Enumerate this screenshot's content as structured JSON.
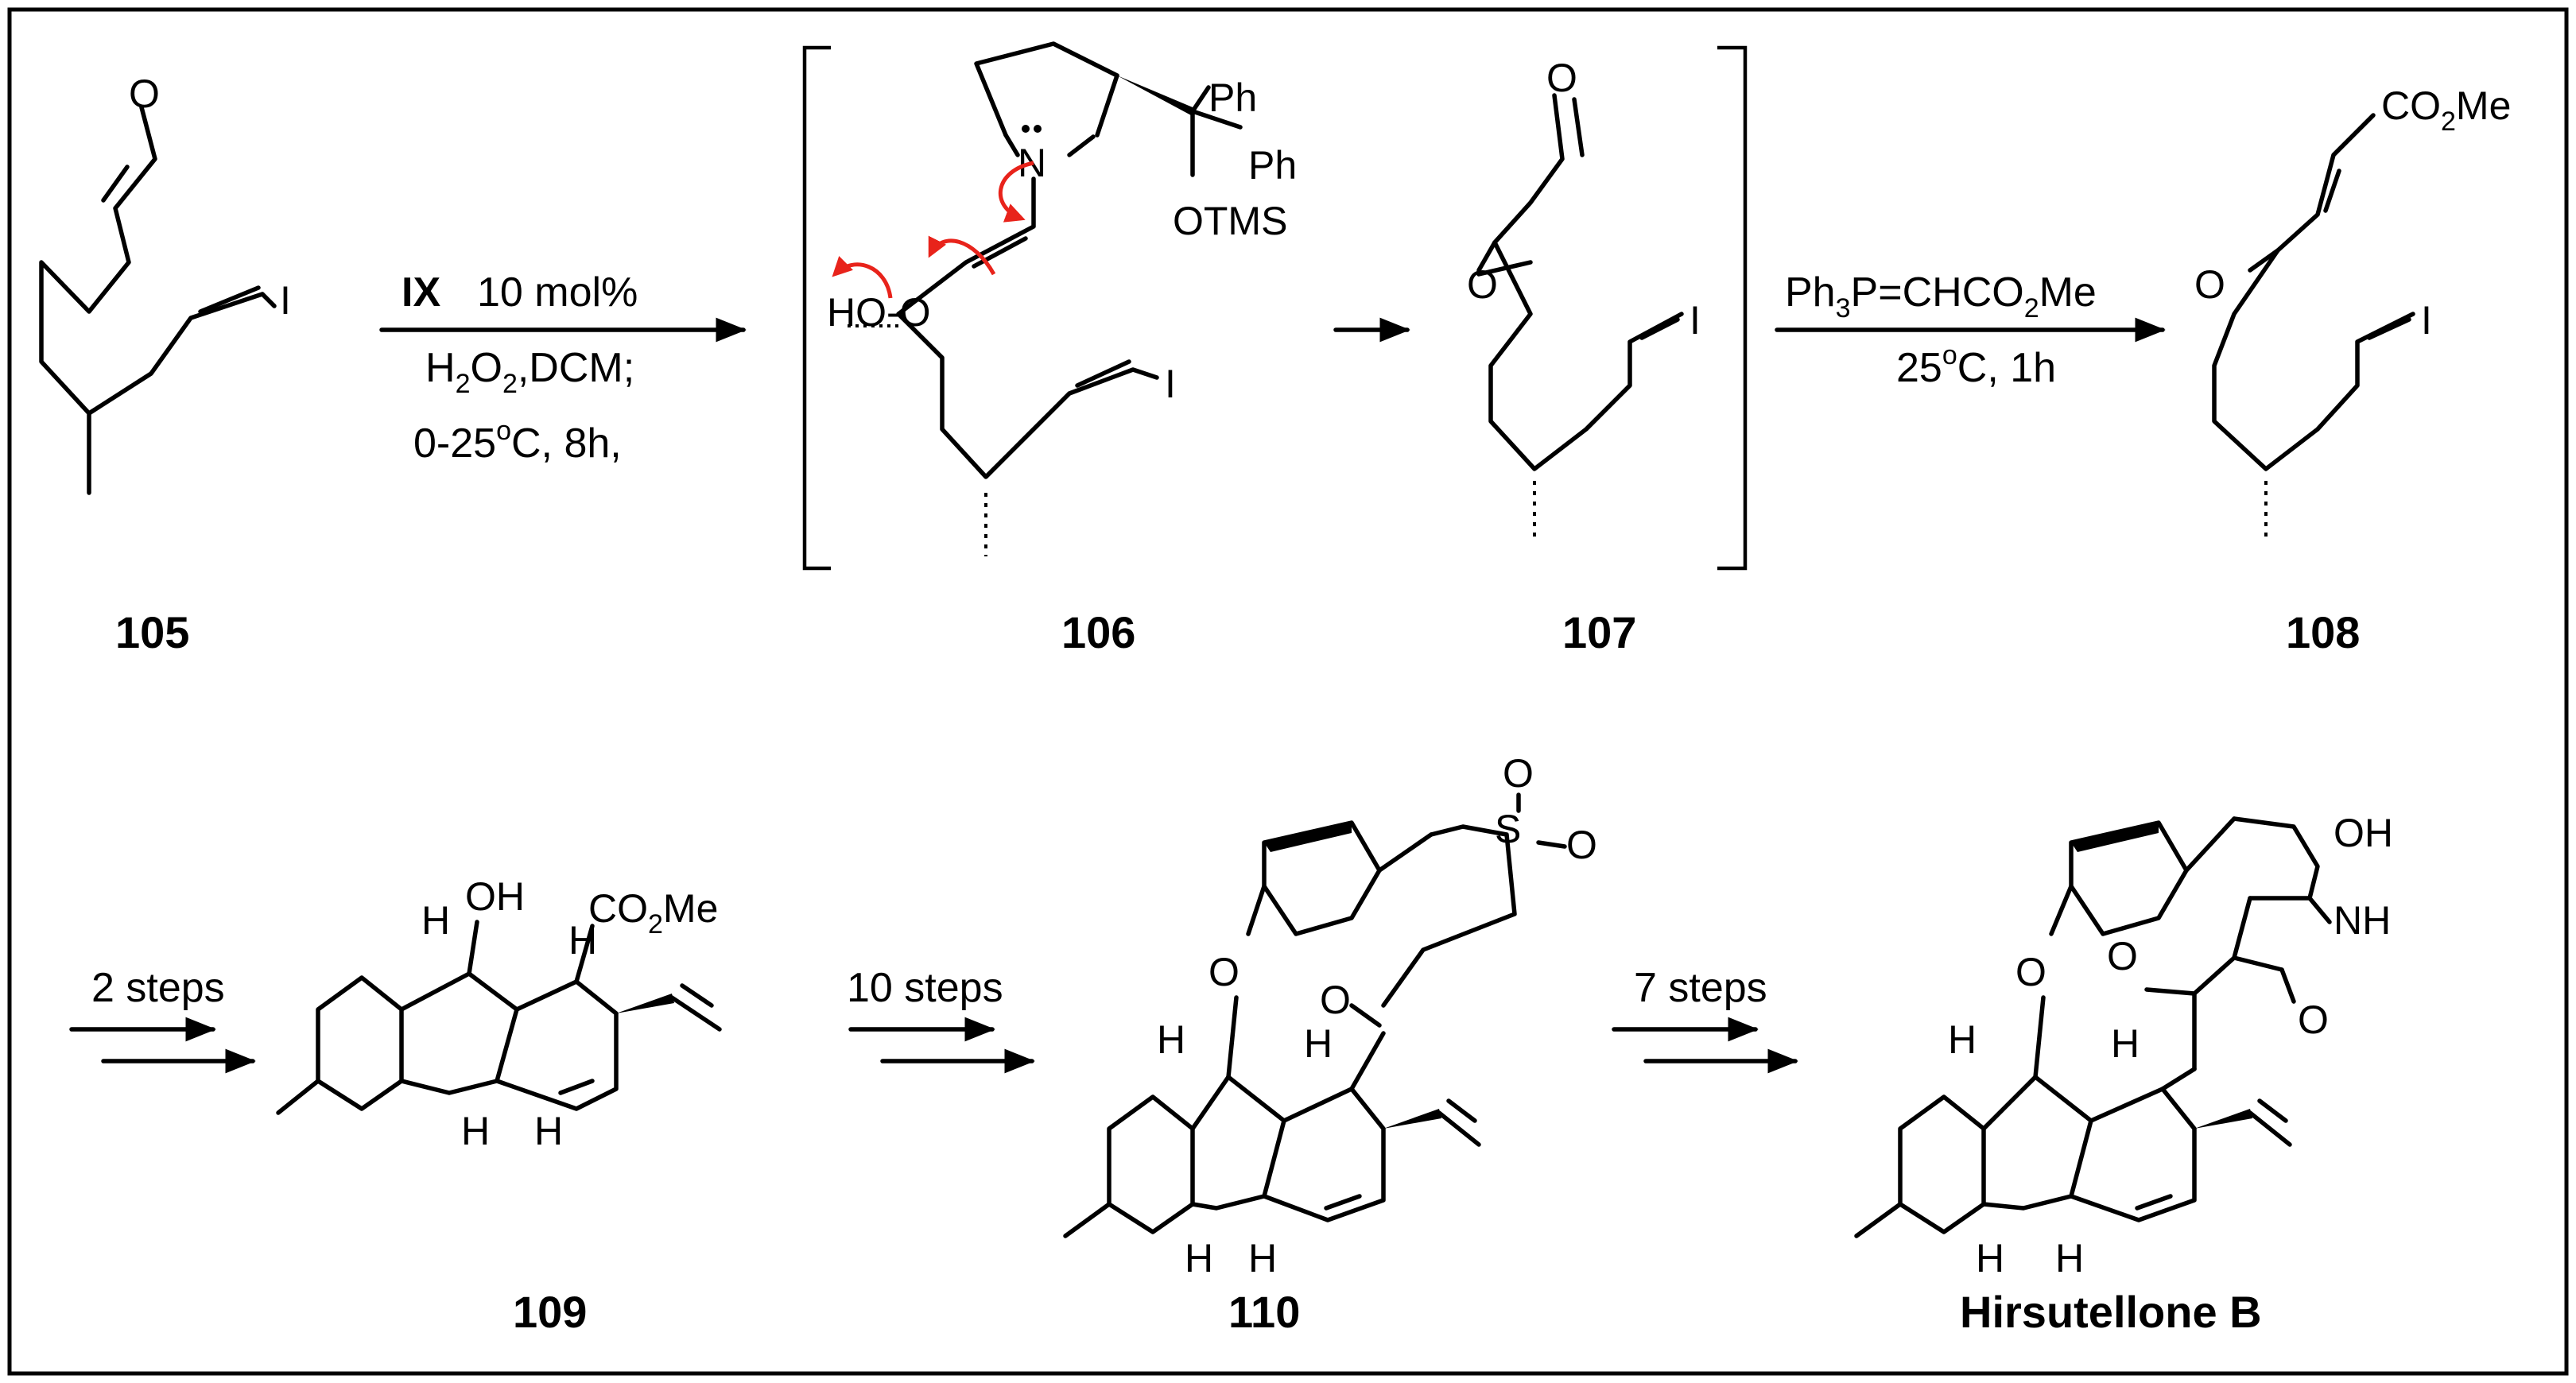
{
  "compounds": {
    "c105": "105",
    "c106": "106",
    "c107": "107",
    "c108": "108",
    "c109": "109",
    "c110": "110",
    "hirsutellone": "Hirsutellone B"
  },
  "step1": {
    "catalyst": "IX",
    "loading": "10 mol%",
    "reagents_a": "H",
    "reagents_sub": "2",
    "reagents_b": "O",
    "reagents_c": ",DCM;",
    "temp_a": "0-25",
    "temp_sup": "o",
    "temp_b": "C, 8h,"
  },
  "step3": {
    "wittig_a": "Ph",
    "wittig_sub": "3",
    "wittig_b": "P=CHCO",
    "wittig_c": "Me",
    "temp_a": "25",
    "temp_sup": "o",
    "temp_b": "C, 1h"
  },
  "steps": {
    "s1": "2 steps",
    "s2": "10 steps",
    "s3": "7 steps"
  },
  "atoms": {
    "O": "O",
    "I": "I",
    "N": "N",
    "H": "H",
    "OH": "OH",
    "Ph": "Ph",
    "OTMS": "OTMS",
    "HOO": "HO-O",
    "CO": "CO",
    "two": "2",
    "Me": "Me",
    "S": "S",
    "NH": "NH"
  },
  "colors": {
    "arrow_pushing": "#e8231b"
  }
}
